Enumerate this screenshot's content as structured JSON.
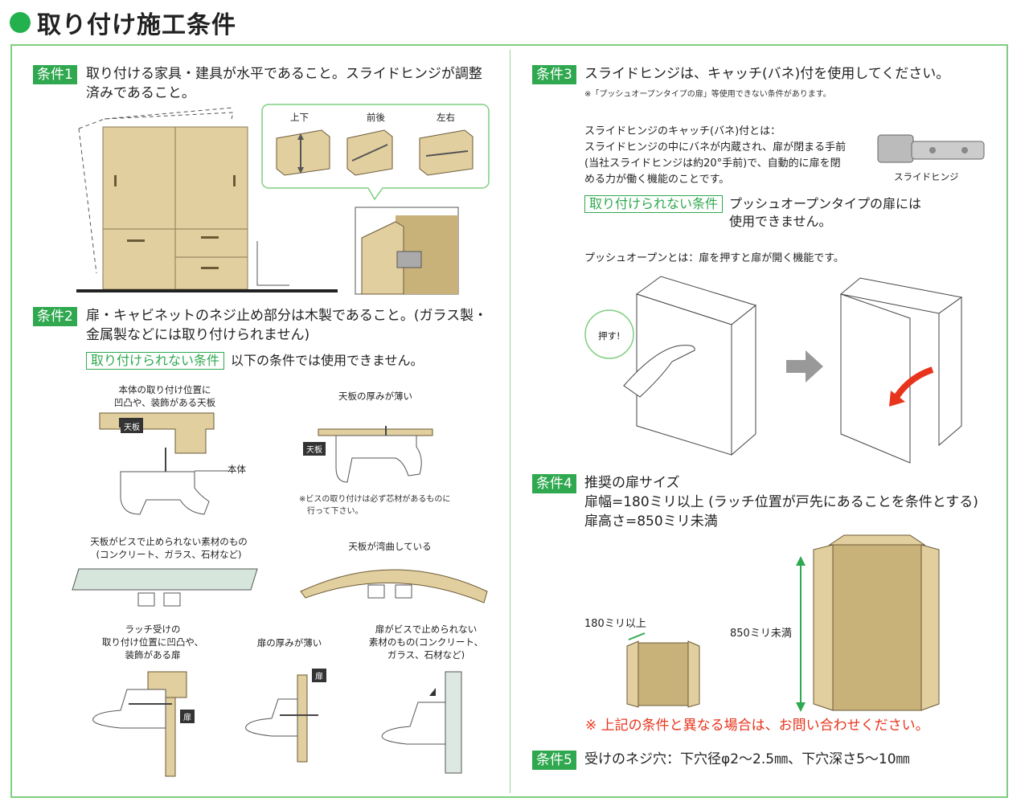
{
  "title": "取り付け施工条件",
  "conditions": {
    "c1": {
      "badge": "条件1",
      "text1": "取り付ける家具・建具が水平であること。スライドヒンジが調整",
      "text2": "済みであること。"
    },
    "c2": {
      "badge": "条件2",
      "text1": "扉・キャビネットのネジ止め部分は木製であること。(ガラス製・",
      "text2": "金属製などには取り付けられません)"
    },
    "c3": {
      "badge": "条件3",
      "text1": "スライドヒンジは、キャッチ(バネ)付を使用してください。",
      "note": "※「プッシュオープンタイプの扉」等使用できない条件があります。"
    },
    "c4": {
      "badge": "条件4",
      "text1": "推奨の扉サイズ",
      "text2": "扉幅=180ミリ以上 (ラッチ位置が戸先にあることを条件とする)",
      "text3": "扉高さ=850ミリ未満"
    },
    "c5": {
      "badge": "条件5",
      "text1": "受けのネジ穴：下穴径φ2〜2.5㎜、下穴深さ5〜10㎜"
    }
  },
  "adjust_labels": {
    "up_down": "上下",
    "front_back": "前後",
    "left_right": "左右"
  },
  "not_allowed": {
    "badge": "取り付けられない条件",
    "c2_text": "以下の条件では使用できません。",
    "c3_text1": "プッシュオープンタイプの扉には",
    "c3_text2": "使用できません。"
  },
  "c2_cases": {
    "case1_l1": "本体の取り付け位置に",
    "case1_l2": "凹凸や、装飾がある天板",
    "tenban": "天板",
    "hontai": "本体",
    "case2": "天板の厚みが薄い",
    "case2_note1": "※ビスの取り付けは必ず芯材があるものに",
    "case2_note2": "行って下さい。",
    "case3_l1": "天板がビスで止められない素材のもの",
    "case3_l2": "(コンクリート、ガラス、石材など)",
    "case4": "天板が湾曲している",
    "case5_l1": "ラッチ受けの",
    "case5_l2": "取り付け位置に凹凸や、",
    "case5_l3": "装飾がある扉",
    "case6": "扉の厚みが薄い",
    "case7_l1": "扉がビスで止められない",
    "case7_l2": "素材のもの(コンクリート、",
    "case7_l3": "ガラス、石材など)",
    "tobira": "扉"
  },
  "c3_body": {
    "l1": "スライドヒンジのキャッチ(バネ)付とは：",
    "l2": "スライドヒンジの中にバネが内蔵され、扉が閉まる手前",
    "l3": "(当社スライドヒンジは約20°手前)で、自動的に扉を閉",
    "l4": "める力が働く機能のことです。",
    "hinge_caption": "スライドヒンジ",
    "push_def": "プッシュオープンとは：扉を押すと扉が開く機能です。",
    "push_bubble": "押す!"
  },
  "c4_labels": {
    "width": "180ミリ以上",
    "height": "850ミリ未満"
  },
  "warning": "※ 上記の条件と異なる場合は、お問い合わせください。",
  "colors": {
    "green": "#2fa84f",
    "frame": "#7fce7f",
    "wood": "#e2cf9f",
    "warn": "#e8341c"
  }
}
